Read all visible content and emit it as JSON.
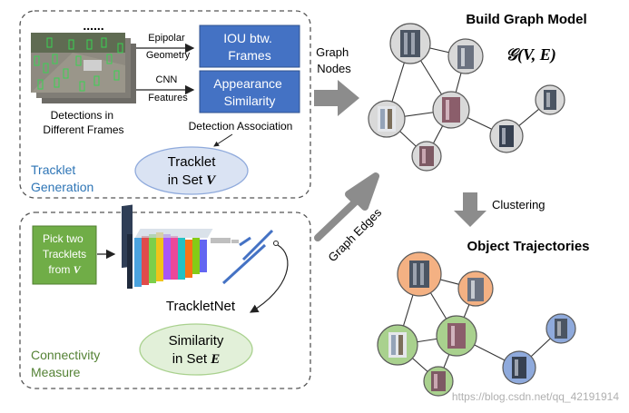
{
  "tracklet_generation": {
    "title_line1": "Tracklet",
    "title_line2": "Generation",
    "dots": "......",
    "detections_caption_line1": "Detections in",
    "detections_caption_line2": "Different Frames",
    "epipolar_label_line1": "Epipolar",
    "epipolar_label_line2": "Geometry",
    "cnn_label_line1": "CNN",
    "cnn_label_line2": "Features",
    "iou_box_line1": "IOU btw.",
    "iou_box_line2": "Frames",
    "appearance_box_line1": "Appearance",
    "appearance_box_line2": "Similarity",
    "association_label": "Detection Association",
    "tracklet_set_line1": "Tracklet",
    "tracklet_set_line2_prefix": "in Set ",
    "tracklet_set_symbol": "V"
  },
  "connectivity": {
    "title_line1": "Connectivity",
    "title_line2": "Measure",
    "pick_box_line1": "Pick two",
    "pick_box_line2": "Tracklets",
    "pick_box_line3_prefix": "from ",
    "pick_box_symbol": "V",
    "network_label": "TrackletNet",
    "similarity_line1": "Similarity",
    "similarity_line2_prefix": "in Set ",
    "similarity_symbol": "E"
  },
  "graph": {
    "title": "Build Graph Model",
    "formula": "𝒢(V, E)",
    "nodes_label_line1": "Graph",
    "nodes_label_line2": "Nodes",
    "edges_label": "Graph Edges",
    "clustering_label": "Clustering",
    "trajectories_title": "Object Trajectories"
  },
  "watermark": "https://blog.csdn.net/qq_42191914",
  "colors": {
    "blue_box": "#4472c4",
    "green_box": "#70ad47",
    "ellipse_blue": "#dae3f3",
    "ellipse_green": "#e2f0d9",
    "section_title_blue": "#2e75b6",
    "section_title_green": "#548235",
    "node_gray": "#d9d9d9",
    "node_orange": "#f4b183",
    "node_green": "#a9d18e",
    "node_blue": "#8faadc",
    "arrow_gray": "#8c8c8c"
  }
}
